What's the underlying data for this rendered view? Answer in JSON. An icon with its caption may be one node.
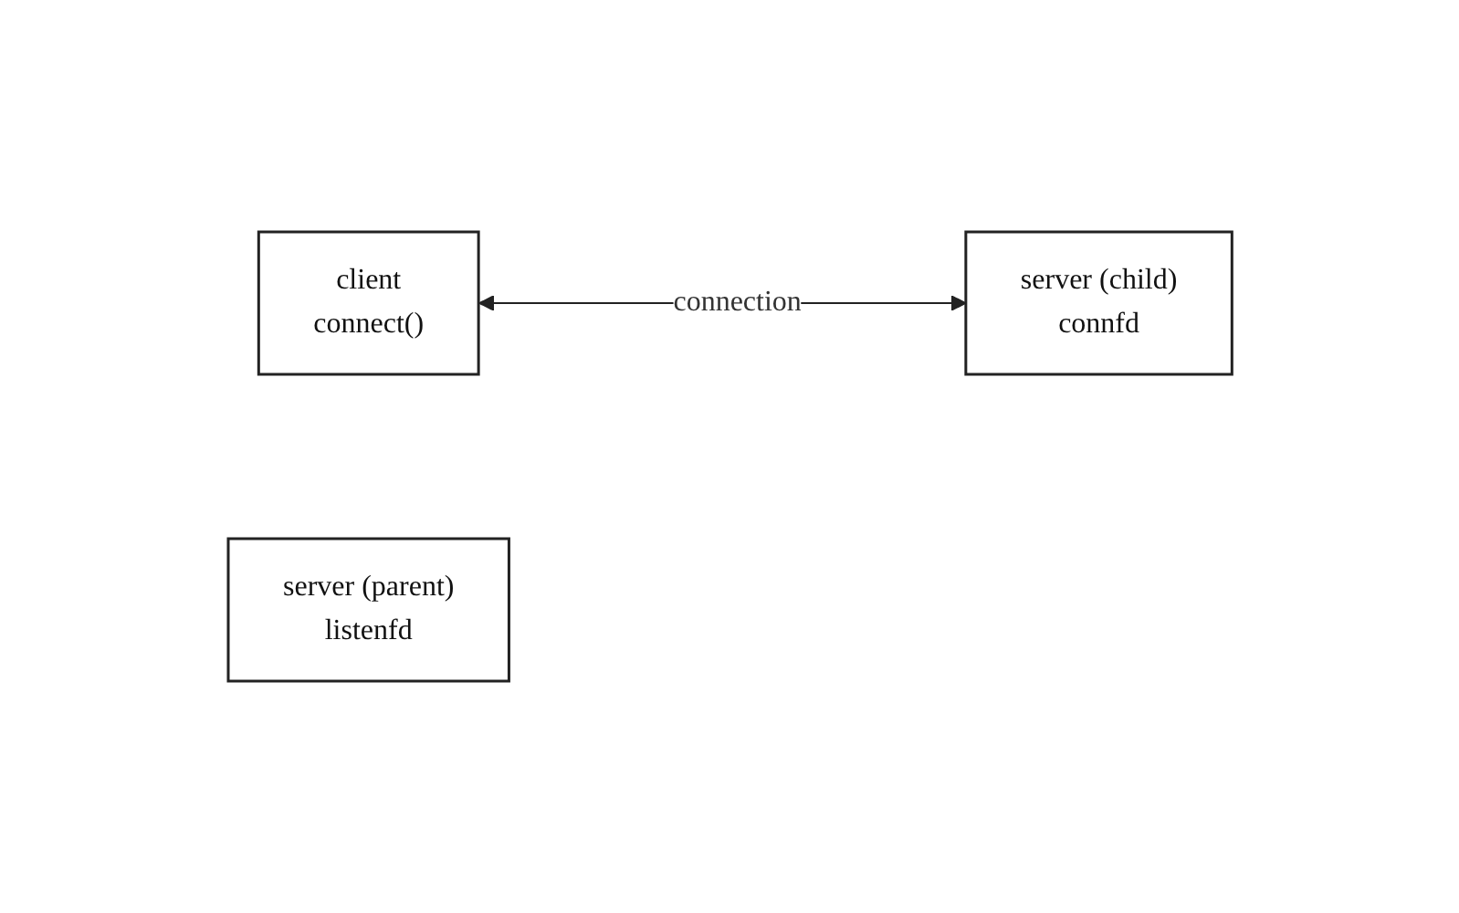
{
  "diagram": {
    "nodes": [
      {
        "text": [
          "client",
          "connect()"
        ]
      },
      {
        "text": [
          "server (parent)",
          "listenfd"
        ]
      },
      {
        "text": [
          "server (child)",
          "connfd"
        ]
      }
    ],
    "edges": [
      {
        "from": 0,
        "to": 2,
        "arrow": "both",
        "label": "connection"
      }
    ]
  }
}
